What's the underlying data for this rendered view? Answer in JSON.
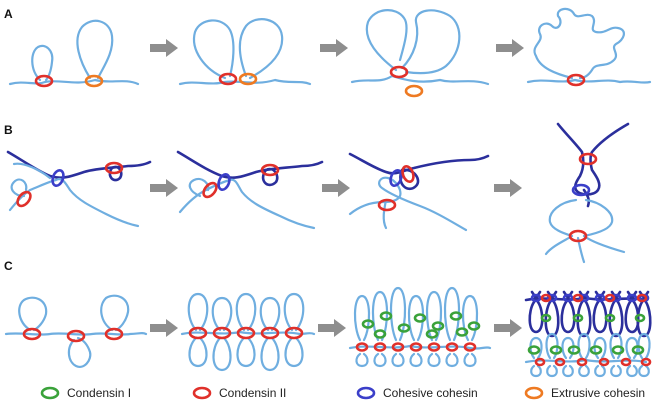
{
  "panels": [
    {
      "id": "A",
      "label": "A"
    },
    {
      "id": "B",
      "label": "B"
    },
    {
      "id": "C",
      "label": "C"
    }
  ],
  "legend": [
    {
      "key": "condensin_1",
      "label": "Condensin I",
      "color": "#3aa23a"
    },
    {
      "key": "condensin_2",
      "label": "Condensin II",
      "color": "#e0302a"
    },
    {
      "key": "cohesive_cohesin",
      "label": "Cohesive cohesin",
      "color": "#3b3fc9"
    },
    {
      "key": "extrusive_cohesin",
      "label": "Extrusive cohesin",
      "color": "#ee7a22"
    }
  ],
  "colors": {
    "chromatin_light": "#6faee0",
    "chromatin_dark": "#2b2f9c",
    "arrow": "#8e8e8e"
  }
}
